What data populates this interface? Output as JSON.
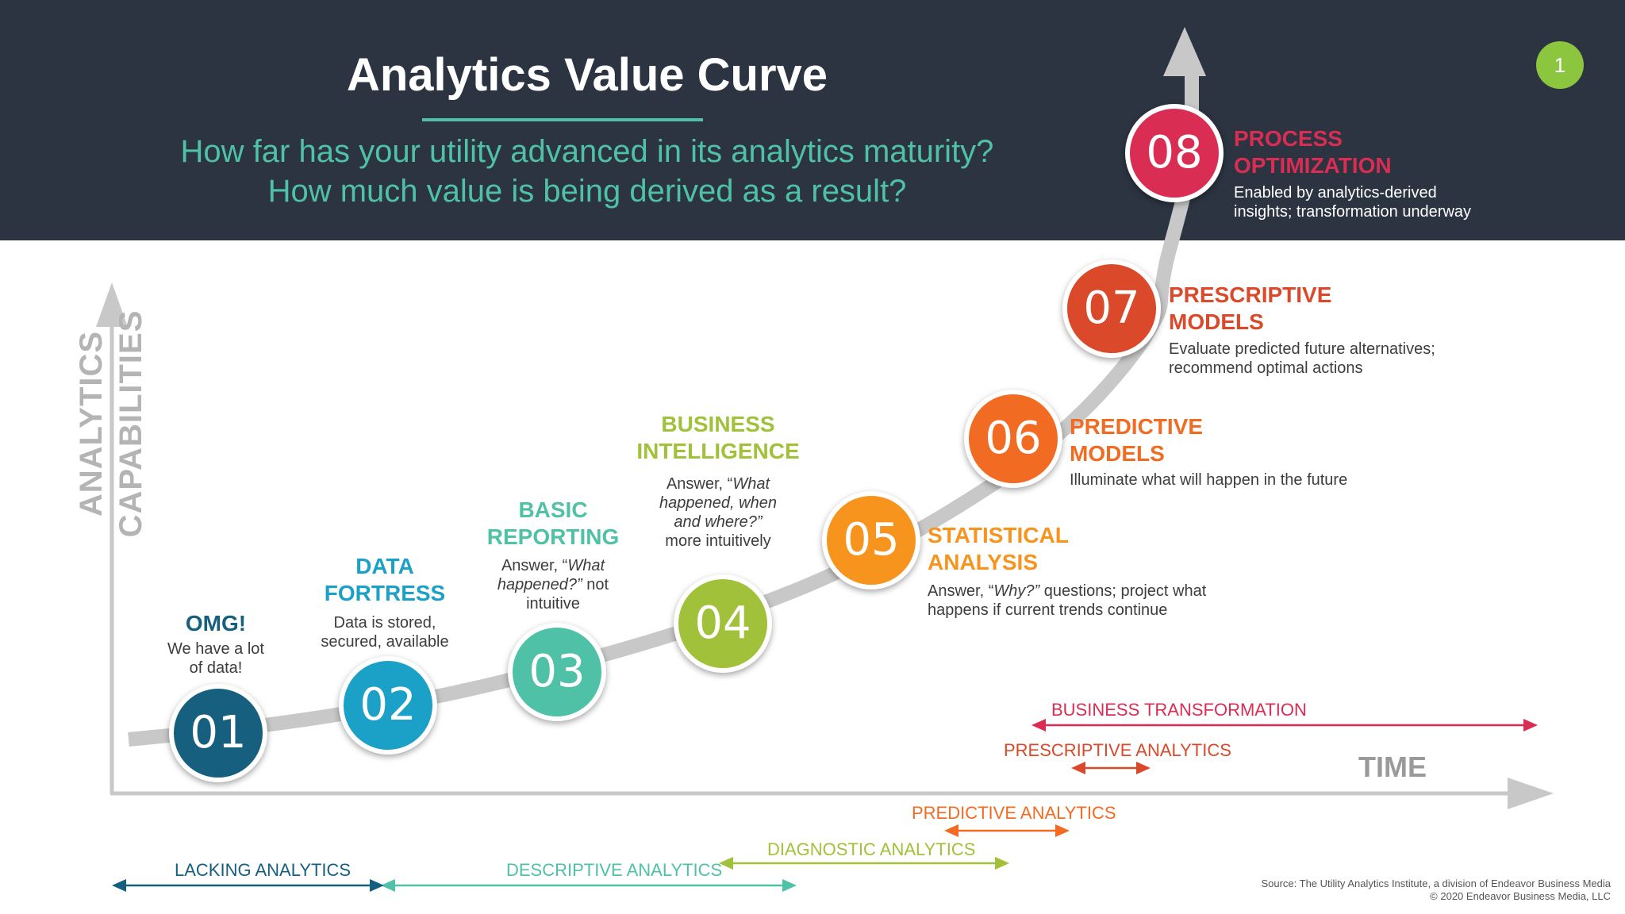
{
  "header": {
    "title": "Analytics Value Curve",
    "subtitle_line1": "How far has your utility advanced in its analytics maturity?",
    "subtitle_line2": "How much value is being derived as a result?",
    "page_number": "1"
  },
  "axes": {
    "y_label": "ANALYTICS CAPABILITIES",
    "x_label": "TIME"
  },
  "stages": [
    {
      "number": "01",
      "title": "OMG!",
      "desc": "We have a lot\nof data!",
      "color": "#175f7f"
    },
    {
      "number": "02",
      "title": "DATA\nFORTRESS",
      "desc": "Data is stored,\nsecured, available",
      "color": "#1ba1c8"
    },
    {
      "number": "03",
      "title": "BASIC\nREPORTING",
      "desc_pre": "Answer, “",
      "desc_em": "What\nhappened?”",
      "desc_post": " not\nintuitive",
      "color": "#4fc1a6"
    },
    {
      "number": "04",
      "title": "BUSINESS\nINTELLIGENCE",
      "desc_pre": "Answer, “",
      "desc_em": "What\nhappened, when\nand where?”",
      "desc_post": "\nmore intuitively",
      "color": "#a2c13a"
    },
    {
      "number": "05",
      "title": "STATISTICAL\nANALYSIS",
      "desc_pre": "Answer, “",
      "desc_em": "Why?”",
      "desc_post": " questions; project what\nhappens if current trends continue",
      "color": "#f7941e"
    },
    {
      "number": "06",
      "title": "PREDICTIVE\nMODELS",
      "desc": "Illuminate what will happen in the future",
      "color": "#f26b22"
    },
    {
      "number": "07",
      "title": "PRESCRIPTIVE\nMODELS",
      "desc": "Evaluate predicted future alternatives;\nrecommend optimal actions",
      "color": "#d9492a"
    },
    {
      "number": "08",
      "title": "PROCESS\nOPTIMIZATION",
      "desc": "Enabled by analytics-derived\ninsights; transformation underway",
      "color": "#da2d54"
    }
  ],
  "ranges": [
    {
      "label": "BUSINESS TRANSFORMATION",
      "color": "#da2d54"
    },
    {
      "label": "PRESCRIPTIVE ANALYTICS",
      "color": "#d9492a"
    },
    {
      "label": "PREDICTIVE ANALYTICS",
      "color": "#f26b22"
    },
    {
      "label": "DIAGNOSTIC ANALYTICS",
      "color": "#a2c13a"
    },
    {
      "label": "DESCRIPTIVE ANALYTICS",
      "color": "#4fc1a6"
    },
    {
      "label": "LACKING ANALYTICS",
      "color": "#175f7f"
    }
  ],
  "source": {
    "line1": "Source:  The Utility Analytics Institute, a division of Endeavor Business Media",
    "line2": "© 2020 Endeavor Business Media, LLC"
  }
}
